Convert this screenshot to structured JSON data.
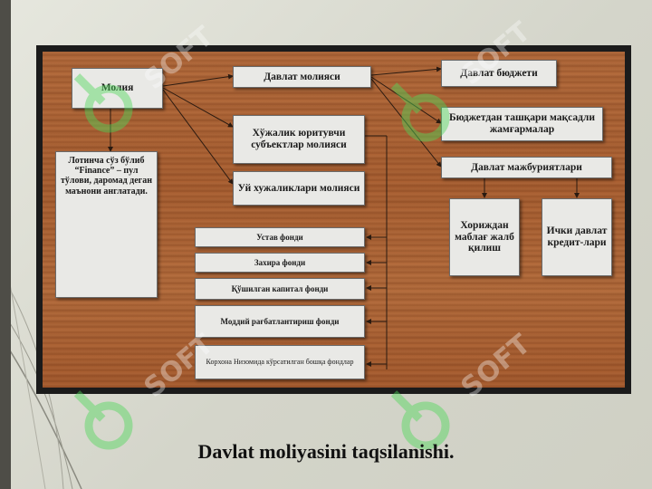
{
  "diagram": {
    "nodes": {
      "moliya": "Молия",
      "davlat_moliyasi": "Давлат молияси",
      "davlat_byudzheti": "Давлат бюджети",
      "byudzhetdan_tashqari": "Бюджетдан ташқари мақсадли жамғармалар",
      "xojalik": "Хўжалик юритувчи субъектлар молияси",
      "davlat_majburiyatlari": "Давлат мажбуриятлари",
      "uy_xojaliklari": "Уй хужаликлари молияси",
      "lotincha": "Лотинча сўз бўлиб “Finance” – пул тўлови, даромад деган маънони англатади.",
      "xorijdan": "Хориждан маблағ жалб қилиш",
      "ichki": "Ички давлат кредит-лари",
      "ustav": "Устав фонди",
      "zaxira": "Захира фонди",
      "qoshilgan": "Қўшилган капитал фонди",
      "moddiy": "Моддий рағбатлантириш фонди",
      "korxona": "Корхона Низомида кўрсатилган бошқа фондлар"
    }
  },
  "caption": "Davlat moliyasini taqsilanishi.",
  "colors": {
    "wood": "#a95f31",
    "box": "#e9e9e6",
    "watermark": "#4fd65a",
    "accent": "#c0401f"
  }
}
